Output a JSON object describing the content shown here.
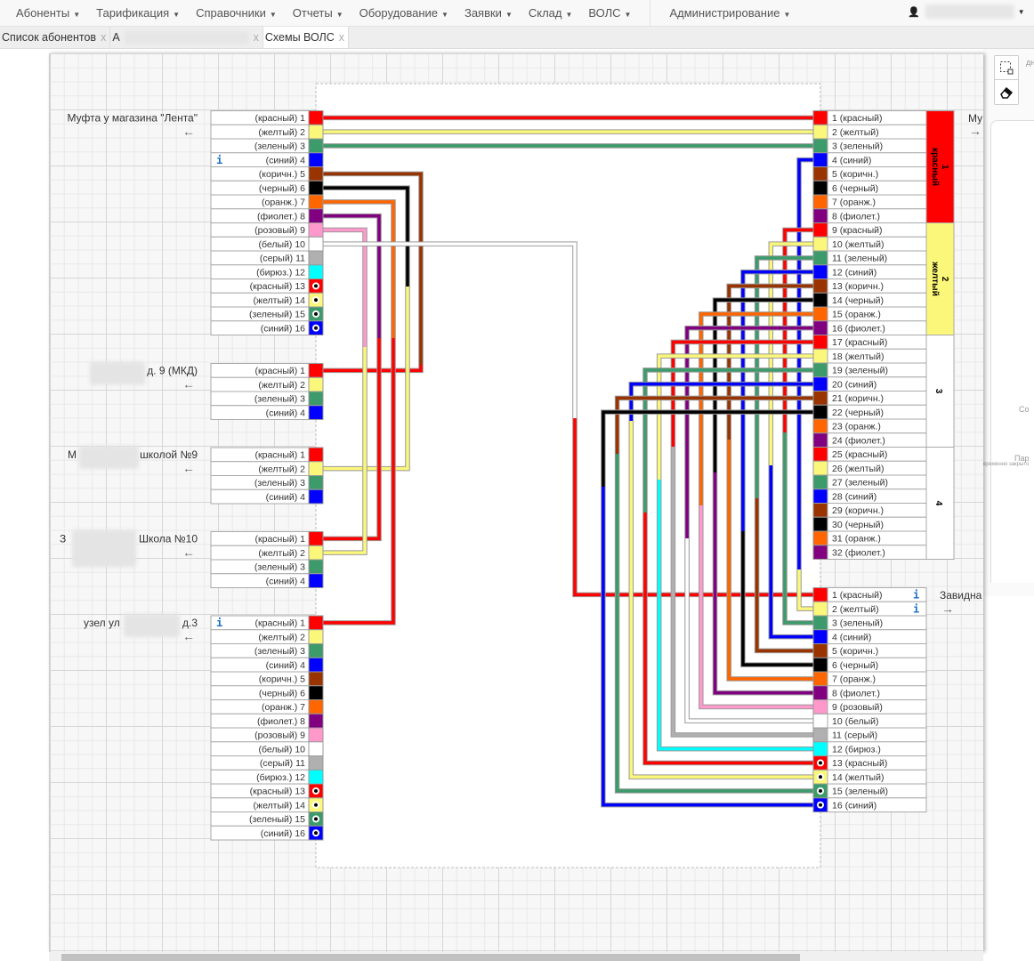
{
  "nav": {
    "items": [
      "Абоненты",
      "Тарификация",
      "Справочники",
      "Отчеты",
      "Оборудование",
      "Заявки",
      "Склад",
      "ВОЛС"
    ],
    "admin": "Администрирование",
    "user_icon": "user-icon"
  },
  "tabs": [
    {
      "label": "Список абонентов",
      "active": false
    },
    {
      "label": "А",
      "active": false,
      "blurred": true
    },
    {
      "label": "Схемы ВОЛС",
      "active": true
    }
  ],
  "tab_close": "x",
  "toolbar": {
    "select_icon": "selection-icon",
    "eraser_icon": "eraser-icon"
  },
  "palette": [
    "#ff0000",
    "#fbf77a",
    "#3d9b6b",
    "#0000ff",
    "#993300",
    "#000000",
    "#ff6600",
    "#800080",
    "#ff99cc",
    "#ffffff",
    "#b0b0b0",
    "#00ffff",
    "#ff0000",
    "#fbf77a",
    "#3d9b6b",
    "#0000ff"
  ],
  "fiber_names": [
    "красный",
    "желтый",
    "зеленый",
    "синий",
    "коричн.",
    "черный",
    "оранж.",
    "фиолет.",
    "розовый",
    "белый",
    "серый",
    "бирюз.",
    "красный",
    "желтый",
    "зеленый",
    "синий"
  ],
  "module_fiber_names": [
    "красный",
    "желтый",
    "зеленый",
    "синий",
    "коричн.",
    "черный",
    "оранж.",
    "фиолет."
  ],
  "left_blocks": [
    {
      "title": "Муфта у магазина \"Лента\"",
      "prefix": "",
      "blur": false,
      "rows": 16,
      "info_rows": [
        3
      ],
      "arrow": "←"
    },
    {
      "title": "д. 9 (МКД)",
      "prefix": "",
      "blur": true,
      "rows": 4,
      "info_rows": [],
      "arrow": "←"
    },
    {
      "title": "школой №9",
      "prefix": "М",
      "blur": true,
      "rows": 4,
      "info_rows": [],
      "arrow": "←"
    },
    {
      "title": "Школа №10",
      "prefix": "З",
      "blur": true,
      "rows": 4,
      "info_rows": [],
      "arrow": "←"
    },
    {
      "title": "д.3",
      "prefix": "узел ул",
      "blur": true,
      "rows": 16,
      "info_rows": [
        0
      ],
      "arrow": "←"
    }
  ],
  "right_blocks": [
    {
      "title": "Му",
      "rows": 32,
      "arrow": "→",
      "modules": [
        {
          "label": "1",
          "sub": "красный",
          "color": "#ff0000"
        },
        {
          "label": "2",
          "sub": "желтый",
          "color": "#fbf77a"
        },
        {
          "label": "3",
          "sub": "",
          "color": "#ffffff"
        },
        {
          "label": "4",
          "sub": "",
          "color": "#ffffff"
        }
      ]
    },
    {
      "title": "Завидна",
      "rows": 16,
      "arrow": "→",
      "info_rows": [
        0,
        1
      ]
    }
  ],
  "info_glyph": "i",
  "map_labels": [
    "дн",
    "Со",
    "Пар",
    "временно закрыто"
  ]
}
